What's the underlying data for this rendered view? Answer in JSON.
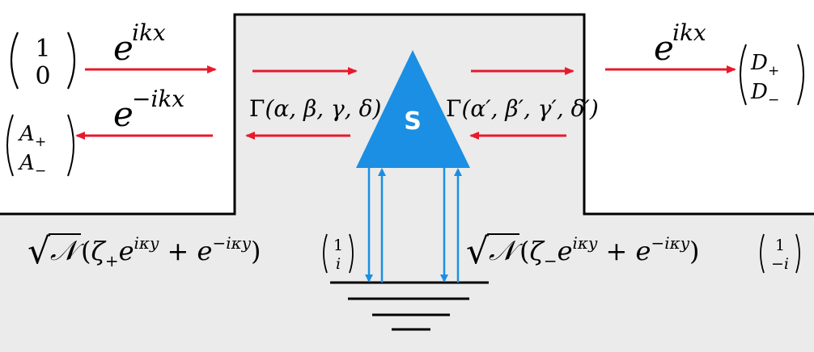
{
  "colors": {
    "region_fill": "#ebebeb",
    "outline": "#000000",
    "red_arrow": "#e8192c",
    "blue": "#1a8fe3",
    "triangle_text": "#ffffff"
  },
  "incoming_left": {
    "top": "1",
    "bottom": "0",
    "wave": "e",
    "wave_exp": "ikx"
  },
  "reflected_left": {
    "top_base": "A",
    "top_sub": "+",
    "bottom_base": "A",
    "bottom_sub": "−",
    "wave": "e",
    "wave_exp": "−ikx"
  },
  "outgoing_right": {
    "wave": "e",
    "wave_exp": "ikx",
    "top_base": "D",
    "top_sub": "+",
    "bottom_base": "D",
    "bottom_sub": "−"
  },
  "scatterer": {
    "label": "S"
  },
  "gamma_left": {
    "symbol": "Γ",
    "args": "(α, β, γ, δ)"
  },
  "gamma_right": {
    "symbol": "Γ",
    "args": "(α′, β′, γ′, δ′)"
  },
  "bottom_left_expr": {
    "radical": "√",
    "norm": "𝒩",
    "open": "(",
    "zeta": "ζ",
    "zeta_sub": "+",
    "exp_base1": "e",
    "exp1": "iκy",
    "plus": " + ",
    "exp_base2": "e",
    "exp2": "−iκy",
    "close": ")",
    "vec_top": "1",
    "vec_bottom": "i"
  },
  "bottom_right_expr": {
    "radical": "√",
    "norm": "𝒩",
    "open": "(",
    "zeta": "ζ",
    "zeta_sub": "−",
    "exp_base1": "e",
    "exp1": "iκy",
    "plus": " + ",
    "exp_base2": "e",
    "exp2": "−iκy",
    "close": ")",
    "vec_top": "1",
    "vec_bottom": "−i"
  }
}
